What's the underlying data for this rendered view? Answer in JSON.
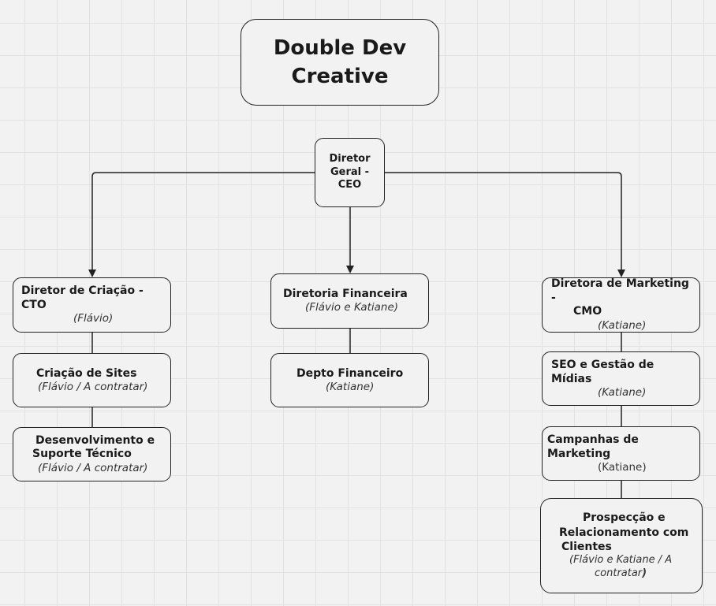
{
  "title": {
    "line1": "Double Dev",
    "line2": "Creative"
  },
  "ceo": {
    "line1": "Diretor",
    "line2": "Geral - CEO"
  },
  "cto": {
    "title": "Diretor de Criação - CTO",
    "name": "(Flávio)",
    "children": [
      {
        "title": "Criação de Sites",
        "name": "(Flávio / A contratar)"
      },
      {
        "title_line1": "Desenvolvimento e",
        "title_line2": "Suporte Técnico",
        "name": "(Flávio / A contratar)"
      }
    ]
  },
  "cfo": {
    "title": "Diretoria Financeira",
    "name": "(Flávio e Katiane)",
    "children": [
      {
        "title": "Depto Financeiro",
        "name": "(Katiane)"
      }
    ]
  },
  "cmo": {
    "title_line1": "Diretora de Marketing -",
    "title_line2": "CMO",
    "name": "(Katiane)",
    "children": [
      {
        "title": "SEO e Gestão de Mídias",
        "name": "(Katiane)"
      },
      {
        "title": "Campanhas de Marketing",
        "name": "(Katiane)"
      },
      {
        "title_line1": "Prospecção e",
        "title_line2": "Relacionamento com",
        "title_line3": "Clientes",
        "name_line1": "(Flávio e Katiane / A",
        "name_line2": "contratar",
        "name_close": ")"
      }
    ]
  }
}
